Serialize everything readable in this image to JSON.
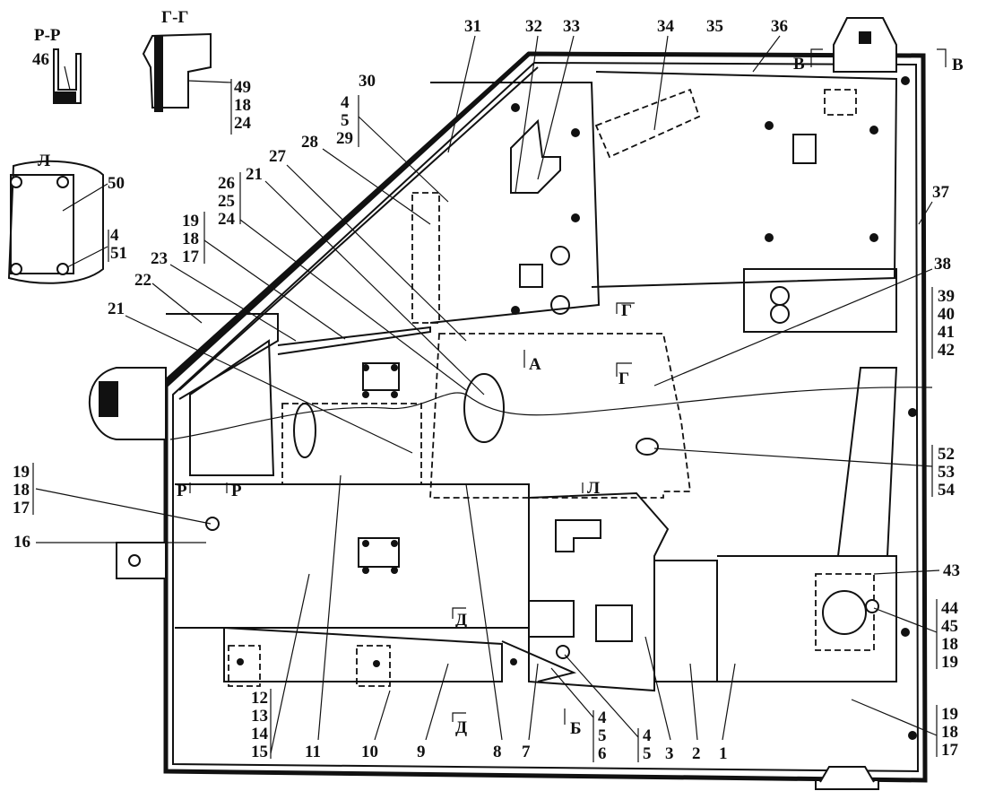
{
  "sections": {
    "rr": "Р-Р",
    "gg": "Г-Г",
    "l": "Л"
  },
  "callouts": {
    "n46": "46",
    "gg_stack": [
      "49",
      "18",
      "24"
    ],
    "n50": "50",
    "l_stack": [
      "4",
      "51"
    ],
    "n31": "31",
    "n32": "32",
    "n33": "33",
    "n34": "34",
    "n35": "35",
    "n36": "36",
    "n37": "37",
    "n30": "30",
    "s4_5_29": [
      "4",
      "5",
      "29"
    ],
    "n28": "28",
    "n27": "27",
    "n21a": "21",
    "s26_25_24": [
      "26",
      "25",
      "24"
    ],
    "s19_18_17a": [
      "19",
      "18",
      "17"
    ],
    "n23": "23",
    "n22": "22",
    "n21b": "21",
    "n38": "38",
    "s39_42": [
      "39",
      "40",
      "41",
      "42"
    ],
    "s52_54": [
      "52",
      "53",
      "54"
    ],
    "s19_18_17b": [
      "19",
      "18",
      "17"
    ],
    "n16": "16",
    "n43": "43",
    "s44_19": [
      "44",
      "45",
      "18",
      "19"
    ],
    "s19_18_17c": [
      "19",
      "18",
      "17"
    ],
    "s12_15": [
      "12",
      "13",
      "14",
      "15"
    ],
    "n11": "11",
    "n10": "10",
    "n9": "9",
    "n8": "8",
    "n7": "7",
    "s4_5_6": [
      "4",
      "5",
      "6"
    ],
    "s4_5": [
      "4",
      "5"
    ],
    "n3": "3",
    "n2": "2",
    "n1": "1"
  },
  "view_marks": {
    "v1": "В",
    "v2": "В",
    "g1": "Г",
    "g2": "Г",
    "a": "А",
    "l": "Л",
    "p1": "Р",
    "p2": "Р",
    "d1": "Д",
    "d2": "Д",
    "b": "Б"
  }
}
